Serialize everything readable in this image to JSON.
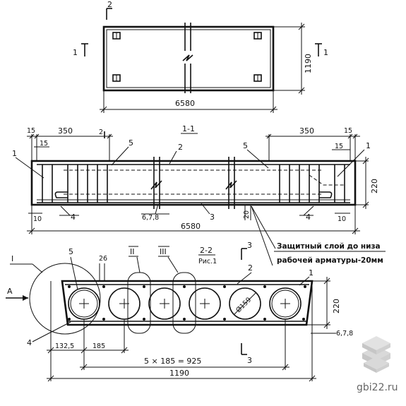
{
  "plan": {
    "length": "6580",
    "width": "1190",
    "section_mark_top": "2",
    "section_mark_left": "1",
    "section_mark_right": "1"
  },
  "section11": {
    "title": "1-1",
    "dim_left_outer": "15",
    "dim_left_inner": "15",
    "dim_left_350": "350",
    "dim_right_350": "350",
    "dim_right_outer": "15",
    "dim_right_inner": "15",
    "mark_2_left": "2",
    "height": "220",
    "bottom_left": "10",
    "bottom_right": "10",
    "bottom_mid": "20",
    "length": "6580",
    "pos_1_left": "1",
    "pos_1_right": "1",
    "pos_2": "2",
    "pos_3": "3",
    "pos_4_left": "4",
    "pos_4_right": "4",
    "pos_5_left": "5",
    "pos_5_right": "5",
    "pos_678": "6,7,8"
  },
  "note": {
    "line1": "Защитный слой до низа",
    "line2": "рабочей арматуры-20мм"
  },
  "section22": {
    "title": "2-2",
    "subtitle": "Рис.1",
    "roman_1": "I",
    "roman_2": "II",
    "roman_3": "III",
    "pos_5": "5",
    "dim_26": "26",
    "pos_2": "2",
    "pos_1": "1",
    "pos_4": "4",
    "pos_678": "6,7,8",
    "section_3_top": "3",
    "section_3_bottom": "3",
    "diameter": "Ø159",
    "height": "220",
    "view_a": "A",
    "dim_1325": "132,5",
    "dim_185": "185",
    "pitch": "5 × 185 = 925",
    "width": "1190"
  },
  "watermark": {
    "site": "gbi22.ru"
  }
}
